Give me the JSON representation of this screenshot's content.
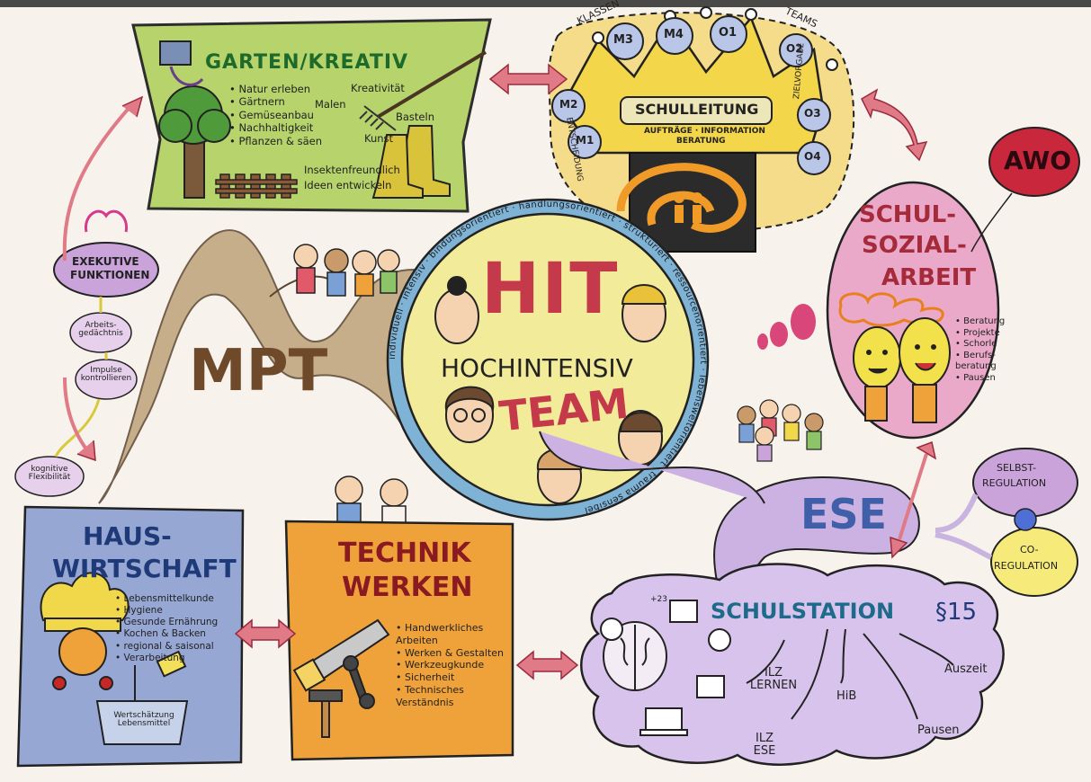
{
  "colors": {
    "paper": "#f6f1ea",
    "garden_green": "#b9d36a",
    "crown_yellow": "#f3d64a",
    "center_yellow": "#f3ec9a",
    "ring_blue": "#7fb3d6",
    "orange": "#f0a23a",
    "purple": "#c9a3d9",
    "pink": "#e9a9c8",
    "blue_box": "#8fa3d1",
    "red_arrow": "#e07a86",
    "awo_red": "#c8273c"
  },
  "garden": {
    "title": "GARTEN/KREATIV",
    "items_left": [
      "Natur erleben",
      "Gärtnern",
      "Gemüseanbau",
      "Nachhaltigkeit",
      "Pflanzen & säen"
    ],
    "items_right": [
      "Kreativität",
      "Malen",
      "Basteln",
      "Kunst",
      "Insektenfreundlich",
      "Ideen entwickeln"
    ],
    "icons": [
      "tree-icon",
      "rake-icon",
      "boots-icon",
      "fence-icon",
      "puzzle-icon"
    ]
  },
  "crown": {
    "label_top_left": "KLASSEN",
    "label_top_right": "TEAMS",
    "badges": [
      "M1",
      "M2",
      "M3",
      "M4",
      "O1",
      "O2",
      "O3",
      "O4"
    ],
    "title": "SCHULLEITUNG",
    "subtitle_line1": "AUFTRÄGE · INFORMATION",
    "subtitle_line2": "BERATUNG",
    "left_label": "ENTSCHEIDUNG",
    "right_label": "ZIELVORGABE"
  },
  "awo": {
    "label": "AWO"
  },
  "social": {
    "title_line1": "SCHUL-",
    "title_line2": "SOZIAL-",
    "title_line3": "ARBEIT",
    "items": [
      "Beratung",
      "Projekte",
      "Schorle",
      "Berufs-beratung",
      "Pausen"
    ]
  },
  "center": {
    "word_hit": "HIT",
    "word_middle": "HOCHINTENSIV",
    "word_team": "TEAM",
    "ring_text": "individuell · intensiv · bindungsorientiert · handlungsorientiert · strukturiert · ressourcenorientiert · lebensweltorientiert · trauma sensibel"
  },
  "executive": {
    "title_line1": "EXEKUTIVE",
    "title_line2": "FUNKTIONEN",
    "items": [
      "Arbeits-gedächtnis",
      "Impulse kontrollieren",
      "kognitive Flexibilität"
    ]
  },
  "mpt": {
    "label": "MPT"
  },
  "household": {
    "title_line1": "HAUS-",
    "title_line2": "WIRTSCHAFT",
    "items": [
      "Lebensmittelkunde",
      "Hygiene",
      "Gesunde Ernährung",
      "Kochen & Backen",
      "regional & saisonal",
      "Verarbeitung"
    ],
    "bowl_label": "Wertschätzung Lebensmittel"
  },
  "technik": {
    "title_line1": "TECHNIK",
    "title_line2": "WERKEN",
    "items": [
      "Handwerkliches Arbeiten",
      "Werken & Gestalten",
      "Werkzeugkunde",
      "Sicherheit",
      "Technisches Verständnis"
    ]
  },
  "ese": {
    "label": "ESE",
    "bubble1_line1": "SELBST-",
    "bubble1_line2": "REGULATION",
    "bubble2_line1": "CO-",
    "bubble2_line2": "REGULATION"
  },
  "station": {
    "title": "SCHULSTATION",
    "paragraph": "§15",
    "counter": "+23",
    "branches": [
      "ILZ LERNEN",
      "HiB",
      "Auszeit",
      "ILZ ESE",
      "Pausen"
    ]
  }
}
